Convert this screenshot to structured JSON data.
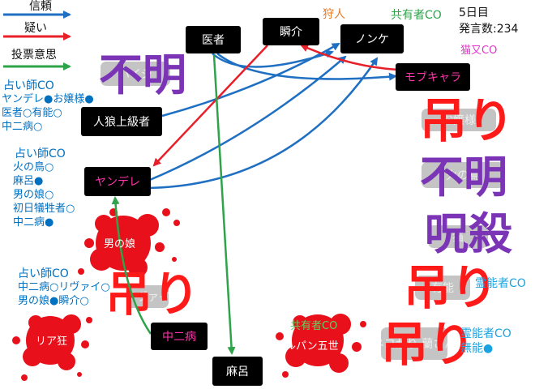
{
  "legend": {
    "items": [
      {
        "label": "信頼",
        "color": "#1f6fc2"
      },
      {
        "label": "疑い",
        "color": "#e8202a"
      },
      {
        "label": "投票意思",
        "color": "#2ea34a"
      }
    ]
  },
  "header": {
    "day": "5日目",
    "statements": "発言数:234",
    "hunter_label": "狩人",
    "sharer_label": "共有者CO",
    "nekomata_label": "猫又CO"
  },
  "nodes": {
    "doctor": "医者",
    "shunsuke": "瞬介",
    "nonke": "ノンケ",
    "mob": "モブキャラ",
    "werewolf": "人狼上級者",
    "yandere": "ヤンデレ",
    "chuunibyou": "中二病",
    "mabo": "麻呂",
    "otokonoko": "男の娘",
    "riajuu": "リア狂",
    "lupin": "ルパン五世"
  },
  "seer_co_1": {
    "title": "占い師CO",
    "lines": [
      "ヤンデレ●お嬢様●",
      "医者○有能○",
      "中二病○"
    ]
  },
  "seer_co_2": {
    "title": "占い師CO",
    "lines": [
      "火の鳥○",
      "麻呂●",
      "男の娘○",
      "初日犠牲者○",
      "中二病●"
    ]
  },
  "seer_co_3": {
    "title": "占い師CO",
    "lines": [
      "中二病○リヴァイ○",
      "男の娘●瞬介○"
    ]
  },
  "medium_co_1": "霊能者CO",
  "medium_co_2": {
    "title": "霊能者CO",
    "line": "無能●"
  },
  "sharer_co_2": "共有者CO",
  "overlays": {
    "unknown_1": "不明",
    "unknown_2": "不明",
    "hanged_1": "吊り",
    "hanged_2": "吊り",
    "hanged_3": "吊り",
    "hanged_4": "吊り",
    "cursed": "呪殺"
  },
  "ghost_boxes": {
    "g1": "ハイジ",
    "g2": "お嬢様",
    "g3": "火の鳥",
    "g4": "猫",
    "g5": "有能",
    "g6": "リヴァイ",
    "g7": "ネコがり 蘭さん"
  },
  "arrow_colors": {
    "trust": "#1f6fc2",
    "doubt": "#e8202a",
    "vote": "#2ea34a"
  }
}
